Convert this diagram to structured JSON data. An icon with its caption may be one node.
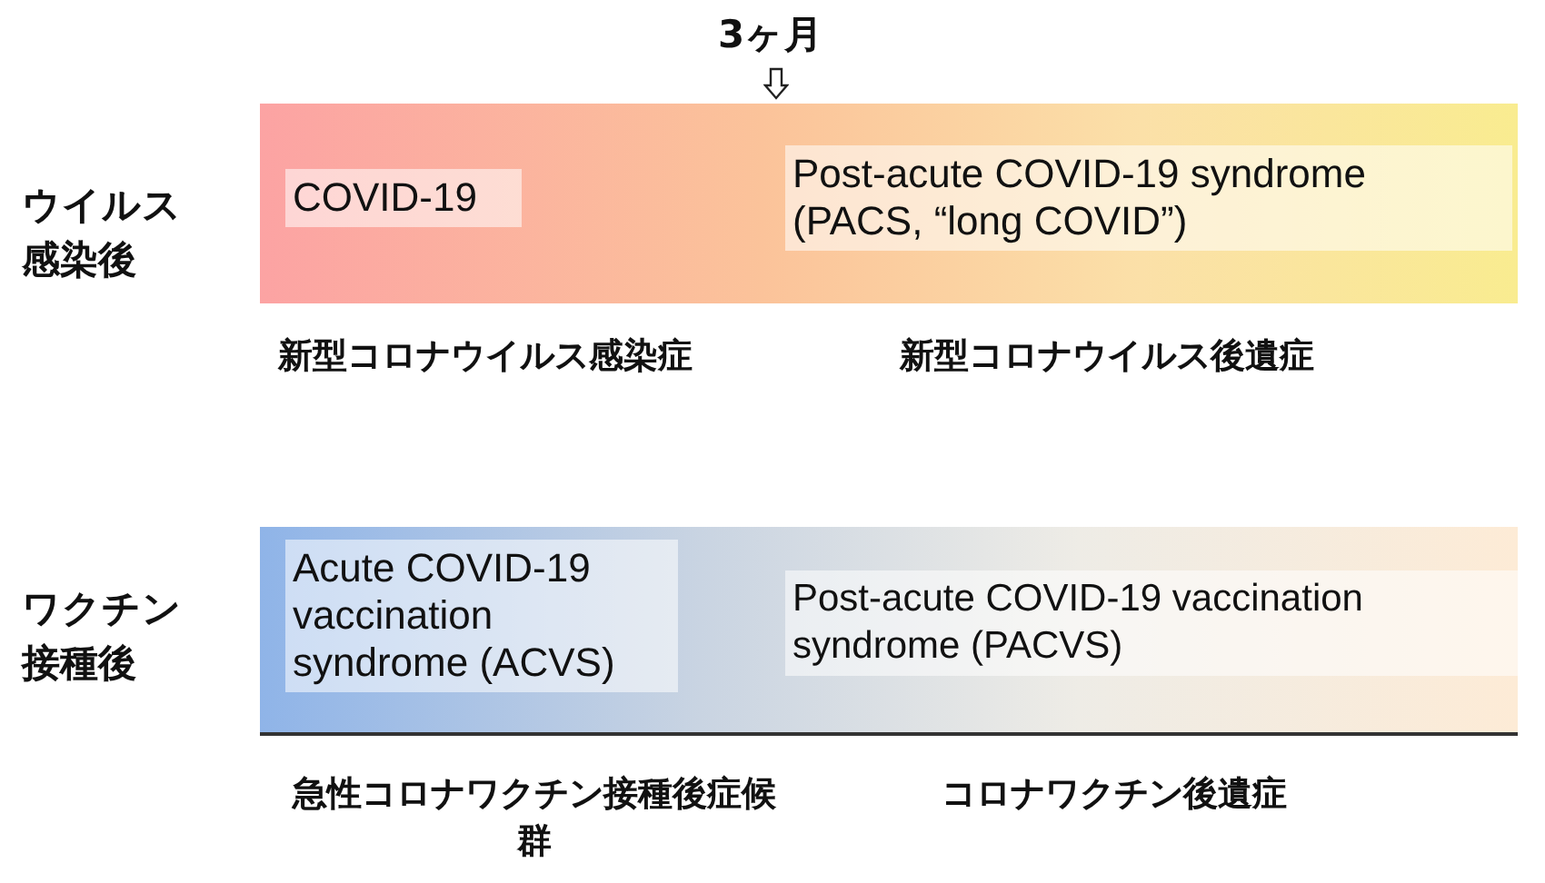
{
  "diagram": {
    "nodes": [
      {
        "text": [
          "COVID-19"
        ],
        "beside": [
          "新型コロナウイルス感染症"
        ]
      },
      {
        "text": [
          "Post-acute COVID-19 syndrome (PACS, “long COVID”)"
        ],
        "beside": [
          "新型コロナウイルス後遺症"
        ]
      },
      {
        "text": [
          "Acute COVID-19 vaccination syndrome (ACVS)"
        ],
        "beside": [
          "急性コロナワクチン接種後症候群"
        ]
      },
      {
        "text": [
          "Post-acute COVID-19 vaccination syndrome (PACVS)"
        ],
        "beside": [
          "コロナワクチン後遺症"
        ]
      }
    ],
    "edges": [],
    "labels": [
      "3ヶ月",
      "ウイルス感染後",
      "ワクチン接種後"
    ]
  }
}
